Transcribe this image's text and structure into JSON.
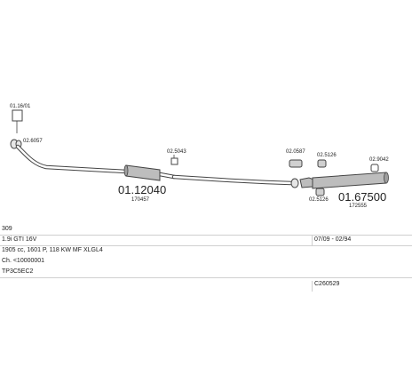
{
  "diagram": {
    "labels": {
      "top_bracket_code": "01.16/01",
      "front_clamp_code": "02.6057",
      "front_pipe_code": "01.12040",
      "front_pipe_ref": "170457",
      "mid_hanger_code": "02.5043",
      "rear_clamp_top_code": "02.0587",
      "rear_clamp_mid_code": "02.5126",
      "rear_rubber_code": "02.9042",
      "rear_clamp_low_code": "02.5126",
      "rear_silencer_code": "01.67500",
      "rear_silencer_ref": "172555"
    }
  },
  "info": {
    "model": "309",
    "engine": "1.9i GTI 16V",
    "years": "07/09 - 02/94",
    "specs": "1905 cc, 1601 P, 118 KW MF XLGL4",
    "chassis": "Ch. <10000001",
    "type_code": "TP3C5EC2",
    "set_code": "C260529"
  },
  "colors": {
    "part_fill": "#bdbdbd",
    "part_stroke": "#444444",
    "grid_line": "#cfcfcf"
  }
}
